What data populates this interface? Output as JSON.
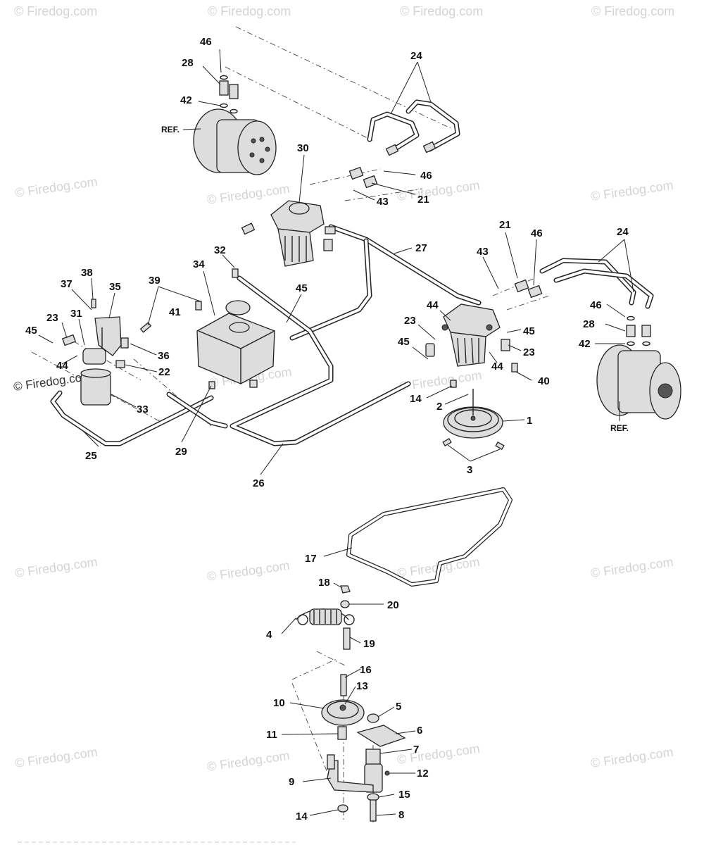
{
  "callouts": [
    {
      "id": "c46a",
      "text": "46"
    },
    {
      "id": "c28a",
      "text": "28"
    },
    {
      "id": "c42a",
      "text": "42"
    },
    {
      "id": "c24a",
      "text": "24"
    },
    {
      "id": "c30",
      "text": "30"
    },
    {
      "id": "c46b",
      "text": "46"
    },
    {
      "id": "c21a",
      "text": "21"
    },
    {
      "id": "c43a",
      "text": "43"
    },
    {
      "id": "c27",
      "text": "27"
    },
    {
      "id": "c32",
      "text": "32"
    },
    {
      "id": "c34",
      "text": "34"
    },
    {
      "id": "c38",
      "text": "38"
    },
    {
      "id": "c37",
      "text": "37"
    },
    {
      "id": "c35",
      "text": "35"
    },
    {
      "id": "c39",
      "text": "39"
    },
    {
      "id": "c41",
      "text": "41"
    },
    {
      "id": "c45a",
      "text": "45"
    },
    {
      "id": "c23a",
      "text": "23"
    },
    {
      "id": "c31",
      "text": "31"
    },
    {
      "id": "c45b",
      "text": "45"
    },
    {
      "id": "c44a",
      "text": "44"
    },
    {
      "id": "c36",
      "text": "36"
    },
    {
      "id": "c22",
      "text": "22"
    },
    {
      "id": "c33",
      "text": "33"
    },
    {
      "id": "c25",
      "text": "25"
    },
    {
      "id": "c29",
      "text": "29"
    },
    {
      "id": "c26",
      "text": "26"
    },
    {
      "id": "c21b",
      "text": "21"
    },
    {
      "id": "c46c",
      "text": "46"
    },
    {
      "id": "c43b",
      "text": "43"
    },
    {
      "id": "c24b",
      "text": "24"
    },
    {
      "id": "c44b",
      "text": "44"
    },
    {
      "id": "c23b",
      "text": "23"
    },
    {
      "id": "c45c",
      "text": "45"
    },
    {
      "id": "c45d",
      "text": "45"
    },
    {
      "id": "c23c",
      "text": "23"
    },
    {
      "id": "c44c",
      "text": "44"
    },
    {
      "id": "c40",
      "text": "40"
    },
    {
      "id": "c14a",
      "text": "14"
    },
    {
      "id": "c2",
      "text": "2"
    },
    {
      "id": "c1",
      "text": "1"
    },
    {
      "id": "c3",
      "text": "3"
    },
    {
      "id": "c46d",
      "text": "46"
    },
    {
      "id": "c28b",
      "text": "28"
    },
    {
      "id": "c42b",
      "text": "42"
    },
    {
      "id": "c17",
      "text": "17"
    },
    {
      "id": "c18",
      "text": "18"
    },
    {
      "id": "c20",
      "text": "20"
    },
    {
      "id": "c4",
      "text": "4"
    },
    {
      "id": "c19",
      "text": "19"
    },
    {
      "id": "c16",
      "text": "16"
    },
    {
      "id": "c13",
      "text": "13"
    },
    {
      "id": "c10",
      "text": "10"
    },
    {
      "id": "c5",
      "text": "5"
    },
    {
      "id": "c6",
      "text": "6"
    },
    {
      "id": "c11",
      "text": "11"
    },
    {
      "id": "c7",
      "text": "7"
    },
    {
      "id": "c9",
      "text": "9"
    },
    {
      "id": "c12",
      "text": "12"
    },
    {
      "id": "c15",
      "text": "15"
    },
    {
      "id": "c14b",
      "text": "14"
    },
    {
      "id": "c8",
      "text": "8"
    }
  ],
  "refs": [
    {
      "id": "refA",
      "text": "REF."
    },
    {
      "id": "refB",
      "text": "REF."
    }
  ],
  "watermark": {
    "text": "© Firedog.com",
    "dark_text": "© Firedog.com"
  }
}
